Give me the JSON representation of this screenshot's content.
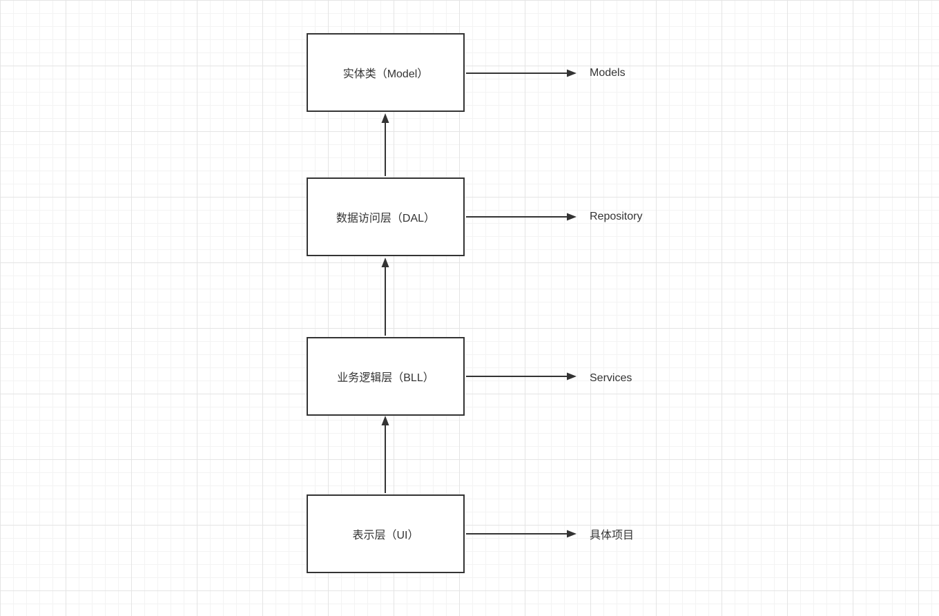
{
  "canvas": {
    "background_color": "#ffffff",
    "grid_minor_color": "#f3f3f3",
    "grid_major_color": "#e4e4e4",
    "stroke_color": "#333333",
    "box_fill": "#ffffff"
  },
  "diagram": {
    "layers": [
      {
        "box_label": "实体类（Model）",
        "mapping_label": "Models"
      },
      {
        "box_label": "数据访问层（DAL）",
        "mapping_label": "Repository"
      },
      {
        "box_label": "业务逻辑层（BLL）",
        "mapping_label": "Services"
      },
      {
        "box_label": "表示层（UI）",
        "mapping_label": "具体项目"
      }
    ],
    "flow_arrows": [
      {
        "from": "表示层（UI）",
        "to": "业务逻辑层（BLL）"
      },
      {
        "from": "业务逻辑层（BLL）",
        "to": "数据访问层（DAL）"
      },
      {
        "from": "数据访问层（DAL）",
        "to": "实体类（Model）"
      }
    ]
  }
}
